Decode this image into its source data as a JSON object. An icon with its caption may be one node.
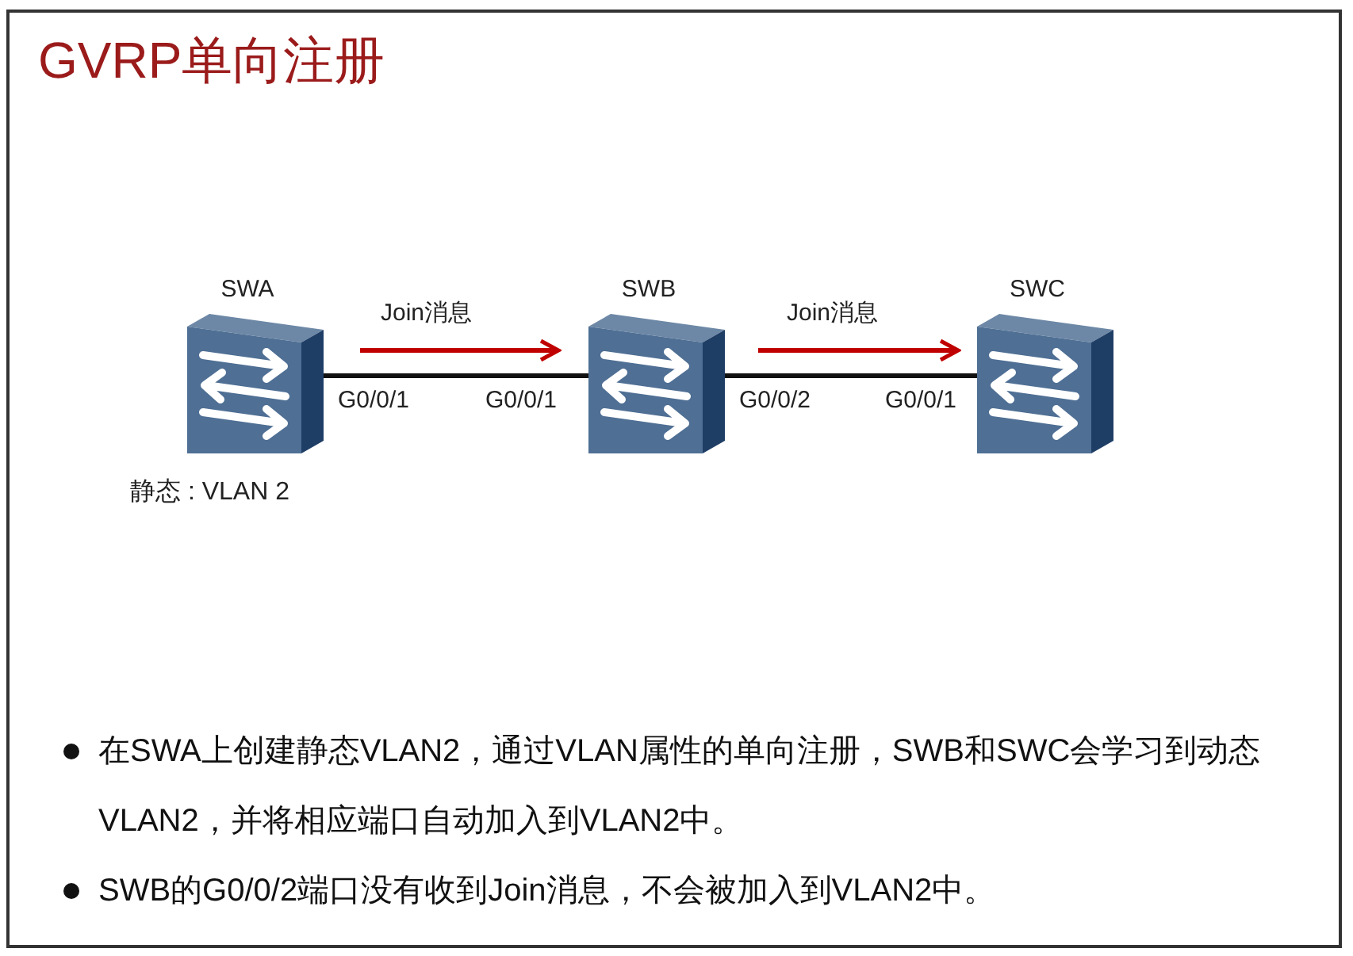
{
  "diagram": {
    "title": "GVRP单向注册",
    "nodes": [
      {
        "text": [
          "SWA"
        ],
        "beside": [
          "G0/0/1",
          "静态 : VLAN 2"
        ]
      },
      {
        "text": [
          "SWB"
        ],
        "beside": [
          "G0/0/1",
          "G0/0/2"
        ]
      },
      {
        "text": [
          "SWC"
        ],
        "beside": [
          "G0/0/1"
        ]
      }
    ],
    "edges": [
      {
        "from": 0,
        "to": 1,
        "arrow": "none"
      },
      {
        "from": 1,
        "to": 2,
        "arrow": "none"
      }
    ],
    "labels": [
      "Join消息",
      "Join消息",
      "在SWA上创建静态VLAN2，通过VLAN属性的单向注册，SWB和SWC会学习到动态VLAN2，并将相应端口自动加入到VLAN2中。",
      "SWB的G0/0/2端口没有收到Join消息，不会被加入到VLAN2中。"
    ]
  }
}
